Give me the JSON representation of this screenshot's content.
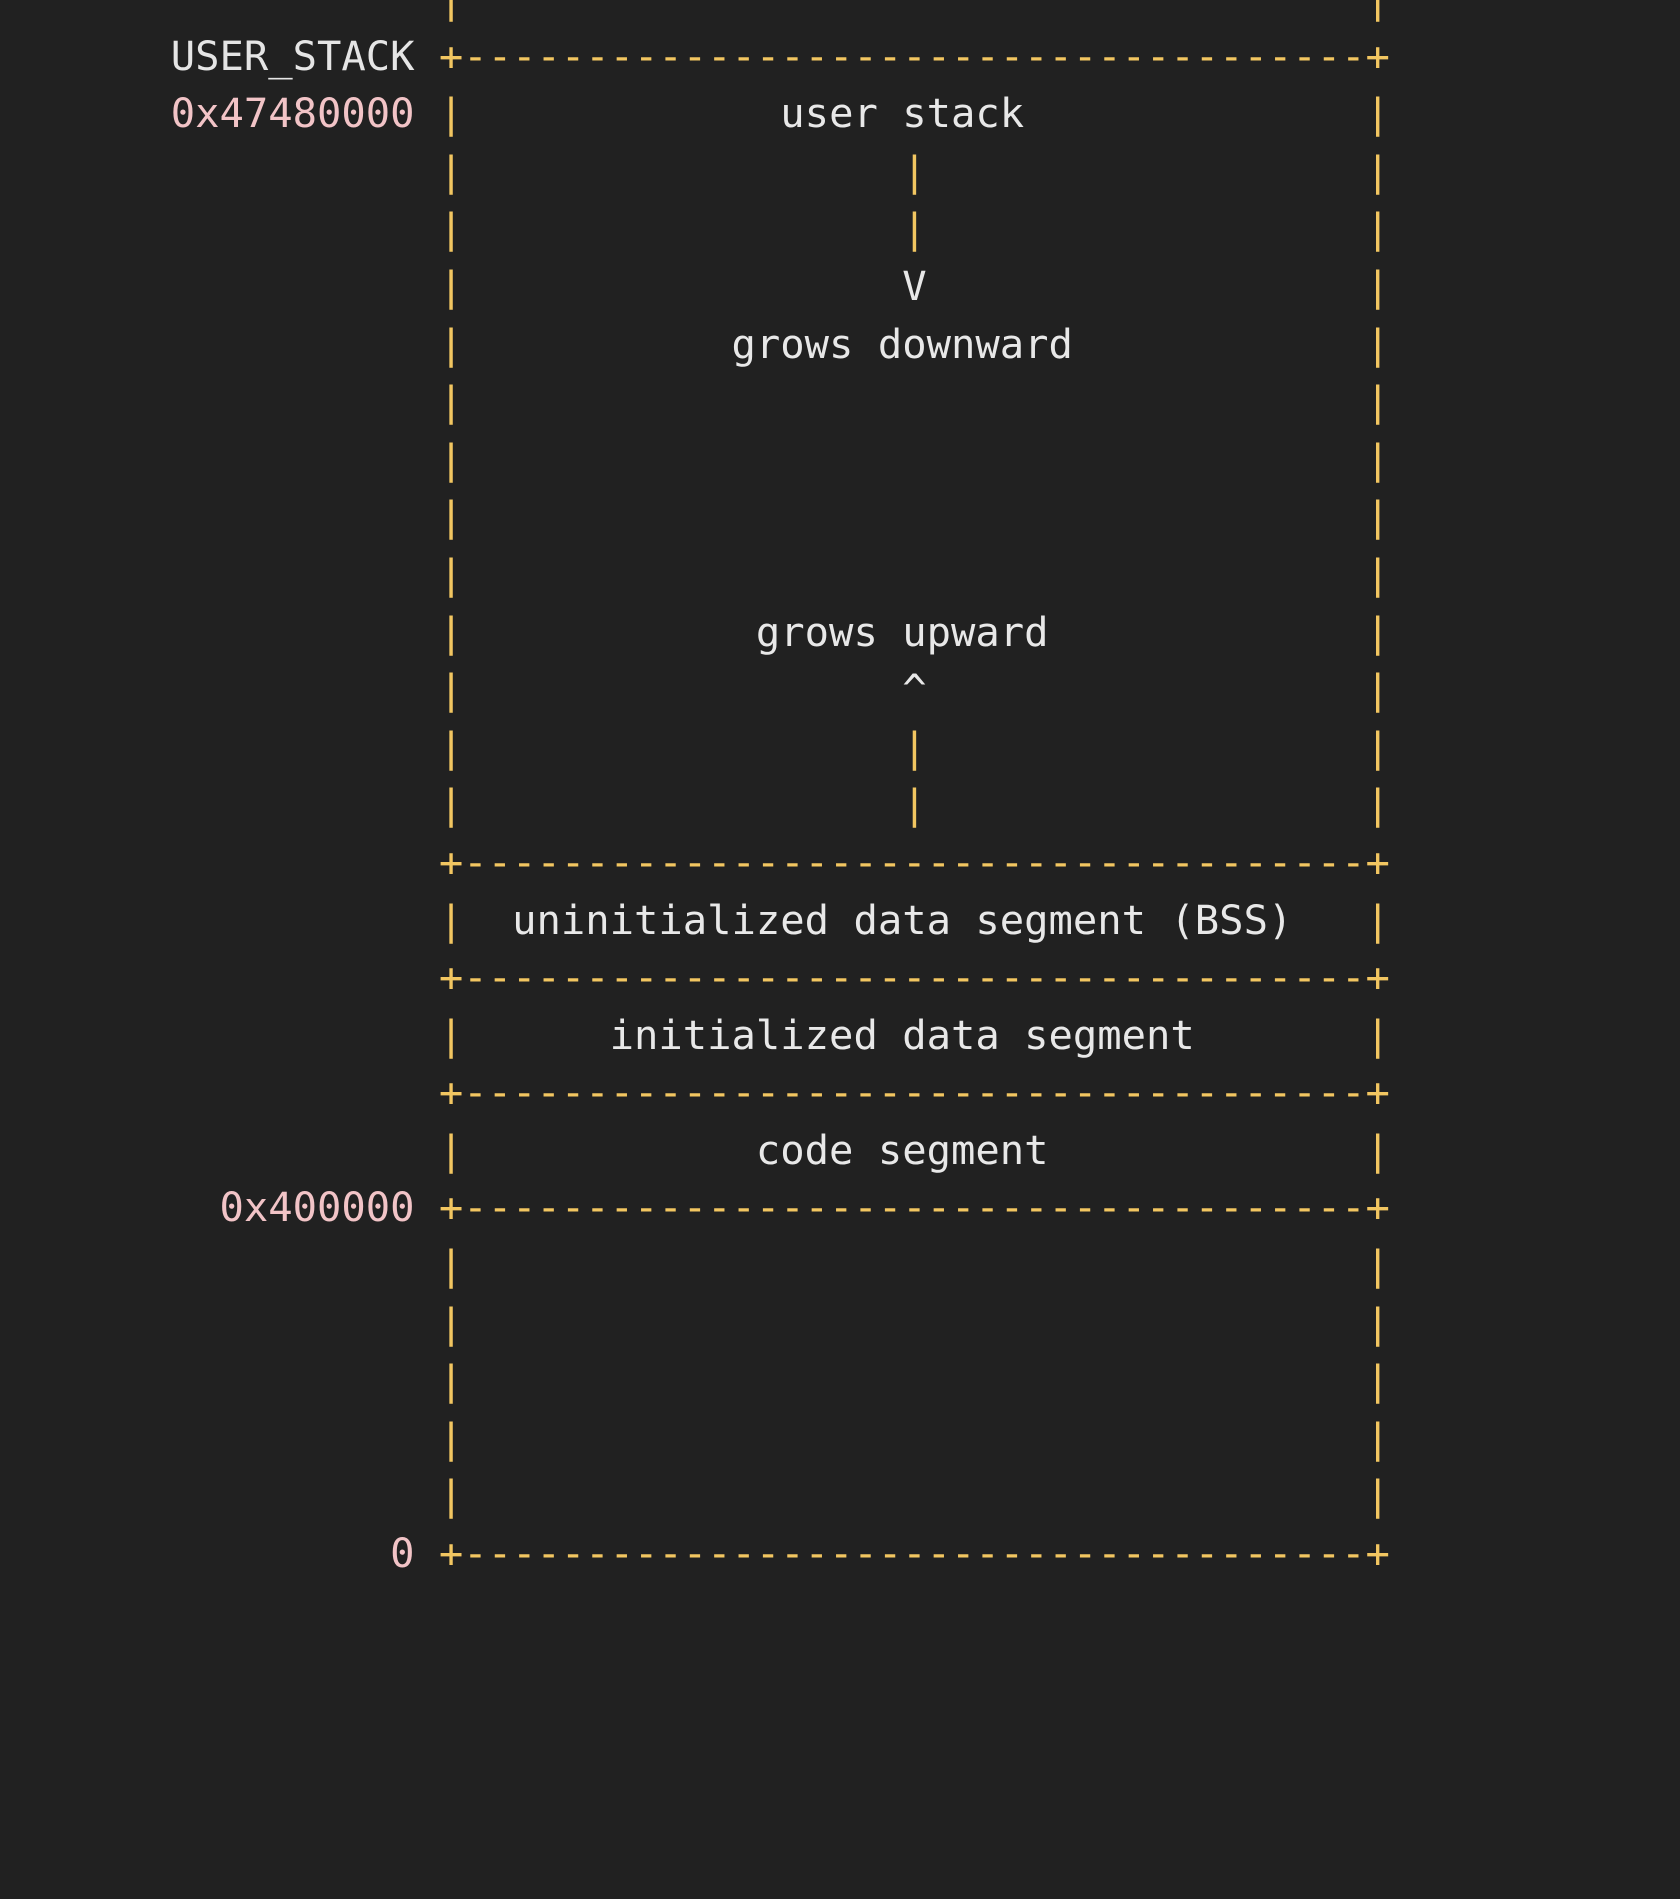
{
  "meta": {
    "title": "process virtual memory layout",
    "background_color": "#212121",
    "rule_color": "#f2c661",
    "text_color": "#e8e8e8",
    "address_color": "#f2c4c7",
    "symbol_color": "#e5e5e5",
    "font": "monospace"
  },
  "addresses": {
    "user_stack_symbol": "USER_STACK",
    "user_stack_value": "0x47480000",
    "code_segment_base": "0x400000",
    "null_base": "0"
  },
  "glyphs": {
    "vertical": "|",
    "corner": "+",
    "dash": "-",
    "arrow_down": "V",
    "arrow_up": "^",
    "top_rule": "+-------------------------------------+",
    "bss_rule": "+-------------------------------------+",
    "data_rule": "+-------------------------------------+",
    "code_rule": "+-------------------------------------+",
    "bottom_rule": "+-------------------------------------+"
  },
  "labels": {
    "user_stack": "user stack",
    "grows_downward": "grows downward",
    "grows_upward": "grows upward",
    "bss_segment": "uninitialized data segment (BSS)",
    "initialized_data": "initialized data segment",
    "code_segment": "code segment"
  },
  "rows": [
    {
      "gutter": "",
      "gutter_kind": "none",
      "left": "|",
      "body": "",
      "body_kind": "none",
      "right": "|"
    },
    {
      "gutter": "USER_STACK",
      "gutter_kind": "symbol",
      "left": "",
      "body": "RULE",
      "body_kind": "rule",
      "right": ""
    },
    {
      "gutter": "0x47480000",
      "gutter_kind": "address",
      "left": "|",
      "body": "user stack",
      "body_kind": "text",
      "right": "|"
    },
    {
      "gutter": "",
      "gutter_kind": "none",
      "left": "|",
      "body": "|",
      "body_kind": "rule",
      "right": "|"
    },
    {
      "gutter": "",
      "gutter_kind": "none",
      "left": "|",
      "body": "|",
      "body_kind": "rule",
      "right": "|"
    },
    {
      "gutter": "",
      "gutter_kind": "none",
      "left": "|",
      "body": "V",
      "body_kind": "text",
      "right": "|"
    },
    {
      "gutter": "",
      "gutter_kind": "none",
      "left": "|",
      "body": "grows downward",
      "body_kind": "text",
      "right": "|"
    },
    {
      "gutter": "",
      "gutter_kind": "none",
      "left": "|",
      "body": "",
      "body_kind": "none",
      "right": "|"
    },
    {
      "gutter": "",
      "gutter_kind": "none",
      "left": "|",
      "body": "",
      "body_kind": "none",
      "right": "|"
    },
    {
      "gutter": "",
      "gutter_kind": "none",
      "left": "|",
      "body": "",
      "body_kind": "none",
      "right": "|"
    },
    {
      "gutter": "",
      "gutter_kind": "none",
      "left": "|",
      "body": "",
      "body_kind": "none",
      "right": "|"
    },
    {
      "gutter": "",
      "gutter_kind": "none",
      "left": "|",
      "body": "grows upward",
      "body_kind": "text",
      "right": "|"
    },
    {
      "gutter": "",
      "gutter_kind": "none",
      "left": "|",
      "body": "^",
      "body_kind": "text",
      "right": "|"
    },
    {
      "gutter": "",
      "gutter_kind": "none",
      "left": "|",
      "body": "|",
      "body_kind": "rule",
      "right": "|"
    },
    {
      "gutter": "",
      "gutter_kind": "none",
      "left": "|",
      "body": "|",
      "body_kind": "rule",
      "right": "|"
    },
    {
      "gutter": "",
      "gutter_kind": "none",
      "left": "",
      "body": "RULE",
      "body_kind": "rule",
      "right": ""
    },
    {
      "gutter": "",
      "gutter_kind": "none",
      "left": "|",
      "body": "uninitialized data segment (BSS)",
      "body_kind": "text",
      "right": "|"
    },
    {
      "gutter": "",
      "gutter_kind": "none",
      "left": "",
      "body": "RULE",
      "body_kind": "rule",
      "right": ""
    },
    {
      "gutter": "",
      "gutter_kind": "none",
      "left": "|",
      "body": "initialized data segment",
      "body_kind": "text",
      "right": "|"
    },
    {
      "gutter": "",
      "gutter_kind": "none",
      "left": "",
      "body": "RULE",
      "body_kind": "rule",
      "right": ""
    },
    {
      "gutter": "",
      "gutter_kind": "none",
      "left": "|",
      "body": "code segment",
      "body_kind": "text",
      "right": "|"
    },
    {
      "gutter": "0x400000",
      "gutter_kind": "address",
      "left": "",
      "body": "RULE",
      "body_kind": "rule",
      "right": ""
    },
    {
      "gutter": "",
      "gutter_kind": "none",
      "left": "|",
      "body": "",
      "body_kind": "none",
      "right": "|"
    },
    {
      "gutter": "",
      "gutter_kind": "none",
      "left": "|",
      "body": "",
      "body_kind": "none",
      "right": "|"
    },
    {
      "gutter": "",
      "gutter_kind": "none",
      "left": "|",
      "body": "",
      "body_kind": "none",
      "right": "|"
    },
    {
      "gutter": "",
      "gutter_kind": "none",
      "left": "|",
      "body": "",
      "body_kind": "none",
      "right": "|"
    },
    {
      "gutter": "",
      "gutter_kind": "none",
      "left": "|",
      "body": "",
      "body_kind": "none",
      "right": "|"
    },
    {
      "gutter": "0",
      "gutter_kind": "address",
      "left": "",
      "body": "RULE",
      "body_kind": "rule",
      "right": ""
    }
  ]
}
